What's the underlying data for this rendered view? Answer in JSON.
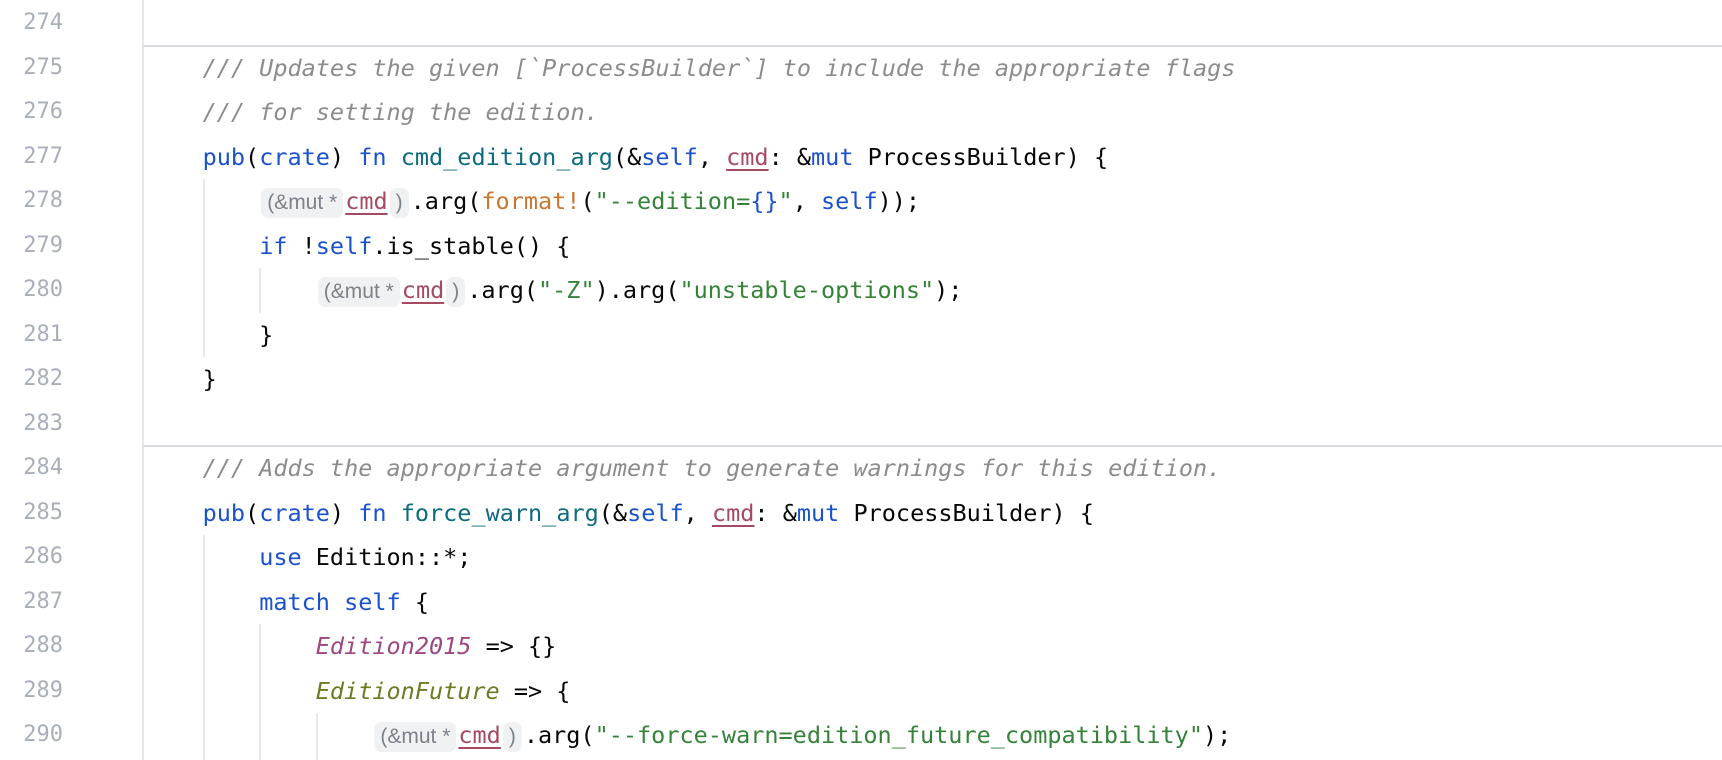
{
  "editor": {
    "language": "rust",
    "first_line_number": 274,
    "colors": {
      "background": "#FFFFFF",
      "keyword": "#1A52CE",
      "function_decl": "#0E6A7E",
      "string": "#348339",
      "format_placeholder": "#1A52CE",
      "macro": "#C9772F",
      "comment": "#8C8C8C",
      "enum_variant": "#9E4680",
      "enum_variant_unstable": "#6E7B22",
      "mutable_var": "#A64A64",
      "plain_text": "#070707",
      "line_number": "#A9AEBB",
      "inlay_text": "#7D818A",
      "inlay_background": "#F0F1F3",
      "indent_guide": "#E6E8EC",
      "method_separator": "#D7DADF"
    },
    "inlay_hint_open": "(&mut *",
    "inlay_hint_close": ")",
    "separators": [
      {
        "above_line": 275
      },
      {
        "above_line": 284
      }
    ],
    "guides": [
      {
        "col": 4,
        "from": 278,
        "to": 281
      },
      {
        "col": 8,
        "from": 280,
        "to": 280
      },
      {
        "col": 4,
        "from": 286,
        "to": "bottom"
      },
      {
        "col": 8,
        "from": 288,
        "to": "bottom"
      },
      {
        "col": 12,
        "from": 290,
        "to": "bottom"
      }
    ],
    "lines": [
      {
        "n": 274,
        "tokens": []
      },
      {
        "n": 275,
        "tokens": [
          {
            "t": "    ",
            "c": "p"
          },
          {
            "t": "/// Updates the given [`ProcessBuilder`] to include the appropriate flags",
            "c": "com"
          }
        ]
      },
      {
        "n": 276,
        "tokens": [
          {
            "t": "    ",
            "c": "p"
          },
          {
            "t": "/// for setting the edition.",
            "c": "com"
          }
        ]
      },
      {
        "n": 277,
        "tokens": [
          {
            "t": "    ",
            "c": "p"
          },
          {
            "t": "pub",
            "c": "kw"
          },
          {
            "t": "(",
            "c": "p"
          },
          {
            "t": "crate",
            "c": "kw"
          },
          {
            "t": ") ",
            "c": "p"
          },
          {
            "t": "fn",
            "c": "kw"
          },
          {
            "t": " ",
            "c": "p"
          },
          {
            "t": "cmd_edition_arg",
            "c": "fn"
          },
          {
            "t": "(&",
            "c": "p"
          },
          {
            "t": "self",
            "c": "kw"
          },
          {
            "t": ", ",
            "c": "p"
          },
          {
            "t": "cmd",
            "c": "mut"
          },
          {
            "t": ": &",
            "c": "p"
          },
          {
            "t": "mut",
            "c": "kw"
          },
          {
            "t": " ProcessBuilder) {",
            "c": "p"
          }
        ]
      },
      {
        "n": 278,
        "tokens": [
          {
            "t": "        ",
            "c": "p"
          },
          {
            "t": "(&mut *",
            "c": "inlay"
          },
          {
            "t": "cmd",
            "c": "mut"
          },
          {
            "t": ")",
            "c": "inlay"
          },
          {
            "t": ".arg(",
            "c": "p"
          },
          {
            "t": "format!",
            "c": "mac"
          },
          {
            "t": "(",
            "c": "p"
          },
          {
            "t": "\"--edition=",
            "c": "str"
          },
          {
            "t": "{}",
            "c": "fmt"
          },
          {
            "t": "\"",
            "c": "str"
          },
          {
            "t": ", ",
            "c": "p"
          },
          {
            "t": "self",
            "c": "kw"
          },
          {
            "t": "));",
            "c": "p"
          }
        ]
      },
      {
        "n": 279,
        "tokens": [
          {
            "t": "        ",
            "c": "p"
          },
          {
            "t": "if",
            "c": "kw"
          },
          {
            "t": " !",
            "c": "p"
          },
          {
            "t": "self",
            "c": "kw"
          },
          {
            "t": ".is_stable() {",
            "c": "p"
          }
        ]
      },
      {
        "n": 280,
        "tokens": [
          {
            "t": "            ",
            "c": "p"
          },
          {
            "t": "(&mut *",
            "c": "inlay"
          },
          {
            "t": "cmd",
            "c": "mut"
          },
          {
            "t": ")",
            "c": "inlay"
          },
          {
            "t": ".arg(",
            "c": "p"
          },
          {
            "t": "\"-Z\"",
            "c": "str"
          },
          {
            "t": ").arg(",
            "c": "p"
          },
          {
            "t": "\"unstable-options\"",
            "c": "str"
          },
          {
            "t": ");",
            "c": "p"
          }
        ]
      },
      {
        "n": 281,
        "tokens": [
          {
            "t": "        }",
            "c": "p"
          }
        ]
      },
      {
        "n": 282,
        "tokens": [
          {
            "t": "    }",
            "c": "p"
          }
        ]
      },
      {
        "n": 283,
        "tokens": []
      },
      {
        "n": 284,
        "tokens": [
          {
            "t": "    ",
            "c": "p"
          },
          {
            "t": "/// Adds the appropriate argument to generate warnings for this edition.",
            "c": "com"
          }
        ]
      },
      {
        "n": 285,
        "tokens": [
          {
            "t": "    ",
            "c": "p"
          },
          {
            "t": "pub",
            "c": "kw"
          },
          {
            "t": "(",
            "c": "p"
          },
          {
            "t": "crate",
            "c": "kw"
          },
          {
            "t": ") ",
            "c": "p"
          },
          {
            "t": "fn",
            "c": "kw"
          },
          {
            "t": " ",
            "c": "p"
          },
          {
            "t": "force_warn_arg",
            "c": "fn"
          },
          {
            "t": "(&",
            "c": "p"
          },
          {
            "t": "self",
            "c": "kw"
          },
          {
            "t": ", ",
            "c": "p"
          },
          {
            "t": "cmd",
            "c": "mut"
          },
          {
            "t": ": &",
            "c": "p"
          },
          {
            "t": "mut",
            "c": "kw"
          },
          {
            "t": " ProcessBuilder) {",
            "c": "p"
          }
        ]
      },
      {
        "n": 286,
        "tokens": [
          {
            "t": "        ",
            "c": "p"
          },
          {
            "t": "use",
            "c": "kw"
          },
          {
            "t": " Edition::*;",
            "c": "p"
          }
        ]
      },
      {
        "n": 287,
        "tokens": [
          {
            "t": "        ",
            "c": "p"
          },
          {
            "t": "match",
            "c": "kw"
          },
          {
            "t": " ",
            "c": "p"
          },
          {
            "t": "self",
            "c": "kw"
          },
          {
            "t": " {",
            "c": "p"
          }
        ]
      },
      {
        "n": 288,
        "tokens": [
          {
            "t": "            ",
            "c": "p"
          },
          {
            "t": "Edition2015",
            "c": "e15"
          },
          {
            "t": " => {}",
            "c": "p"
          }
        ]
      },
      {
        "n": 289,
        "tokens": [
          {
            "t": "            ",
            "c": "p"
          },
          {
            "t": "EditionFuture",
            "c": "efut"
          },
          {
            "t": " => {",
            "c": "p"
          }
        ]
      },
      {
        "n": 290,
        "tokens": [
          {
            "t": "                ",
            "c": "p"
          },
          {
            "t": "(&mut *",
            "c": "inlay"
          },
          {
            "t": "cmd",
            "c": "mut"
          },
          {
            "t": ")",
            "c": "inlay"
          },
          {
            "t": ".arg(",
            "c": "p"
          },
          {
            "t": "\"--force-warn=edition_future_compatibility\"",
            "c": "str"
          },
          {
            "t": ");",
            "c": "p"
          }
        ]
      }
    ]
  }
}
